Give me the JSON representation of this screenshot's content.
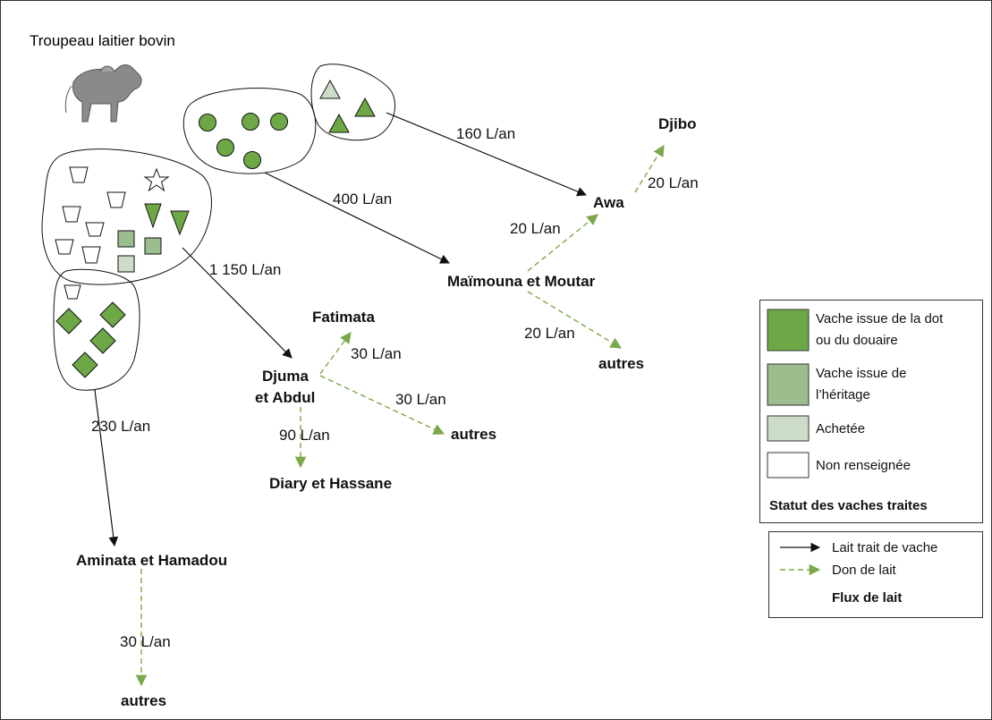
{
  "title": "Troupeau laitier bovin",
  "colors": {
    "dowry_green": "#6ea846",
    "inheritance_green": "#9cbd8e",
    "purchased_green": "#cddcc8",
    "unknown_white": "#ffffff",
    "milk_arrow": "#111111",
    "gift_arrow": "#7aa84a"
  },
  "icons": {
    "cow": "zebu-cow-icon"
  },
  "nodes": {
    "awa": "Awa",
    "djibo": "Djibo",
    "maimouna_moutar": "Maïmouna et Moutar",
    "autres_mm": "autres",
    "fatimata": "Fatimata",
    "djuma_line1": "Djuma",
    "djuma_line2": "et Abdul",
    "autres_dj": "autres",
    "diary_hassane": "Diary et Hassane",
    "aminata_hamadou": "Aminata et Hamadou",
    "autres_am": "autres"
  },
  "flows": {
    "triangles_to_awa": "160 L/an",
    "circles_to_mm": "400 L/an",
    "big_to_djuma": "1 150 L/an",
    "diamonds_to_aminata": "230 L/an",
    "awa_to_djibo": "20 L/an",
    "mm_to_awa": "20 L/an",
    "mm_to_autres": "20 L/an",
    "djuma_to_fatimata": "30 L/an",
    "djuma_to_autres": "30 L/an",
    "djuma_to_diary": "90 L/an",
    "aminata_to_autres": "30 L/an"
  },
  "legend_status": {
    "items": [
      {
        "line1": "Vache issue de la dot",
        "line2": "ou du douaire"
      },
      {
        "line1": "Vache issue de",
        "line2": "l’héritage"
      },
      {
        "line1": "Achetée",
        "line2": ""
      },
      {
        "line1": "Non renseignée",
        "line2": ""
      }
    ],
    "title": "Statut des vaches traites"
  },
  "legend_flow": {
    "milk": "Lait trait de vache",
    "gift": "Don de lait",
    "title": "Flux de lait"
  }
}
